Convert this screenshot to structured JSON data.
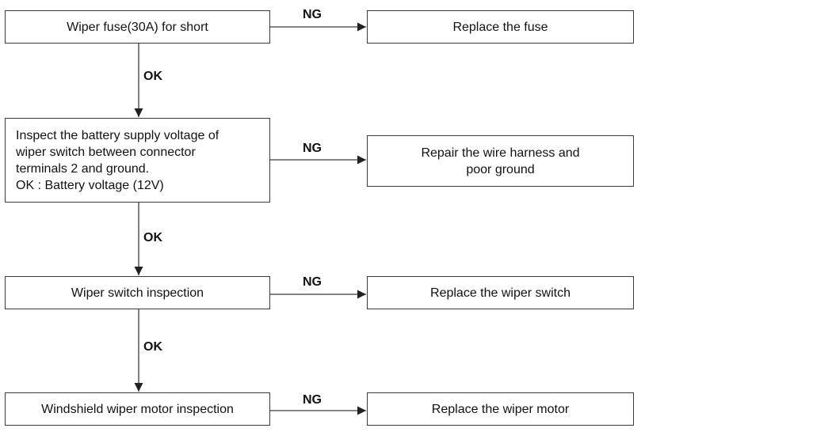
{
  "diagram": {
    "steps": [
      {
        "check_lines": [
          "Wiper fuse(30A) for short"
        ],
        "ng_label": "NG",
        "action_lines": [
          "Replace the fuse"
        ]
      },
      {
        "check_lines": [
          "Inspect the battery supply voltage of",
          "wiper switch between connector",
          "terminals 2 and ground.",
          "OK : Battery voltage (12V)"
        ],
        "ng_label": "NG",
        "action_lines": [
          "Repair the wire harness and",
          "poor ground"
        ]
      },
      {
        "check_lines": [
          "Wiper switch inspection"
        ],
        "ng_label": "NG",
        "action_lines": [
          "Replace the wiper switch"
        ]
      },
      {
        "check_lines": [
          "Windshield wiper motor inspection"
        ],
        "ng_label": "NG",
        "action_lines": [
          "Replace the wiper motor"
        ]
      }
    ],
    "ok_labels": [
      "OK",
      "OK",
      "OK"
    ],
    "colors": {
      "line": "#3a3a3a",
      "text": "#111111",
      "background": "#ffffff"
    }
  }
}
